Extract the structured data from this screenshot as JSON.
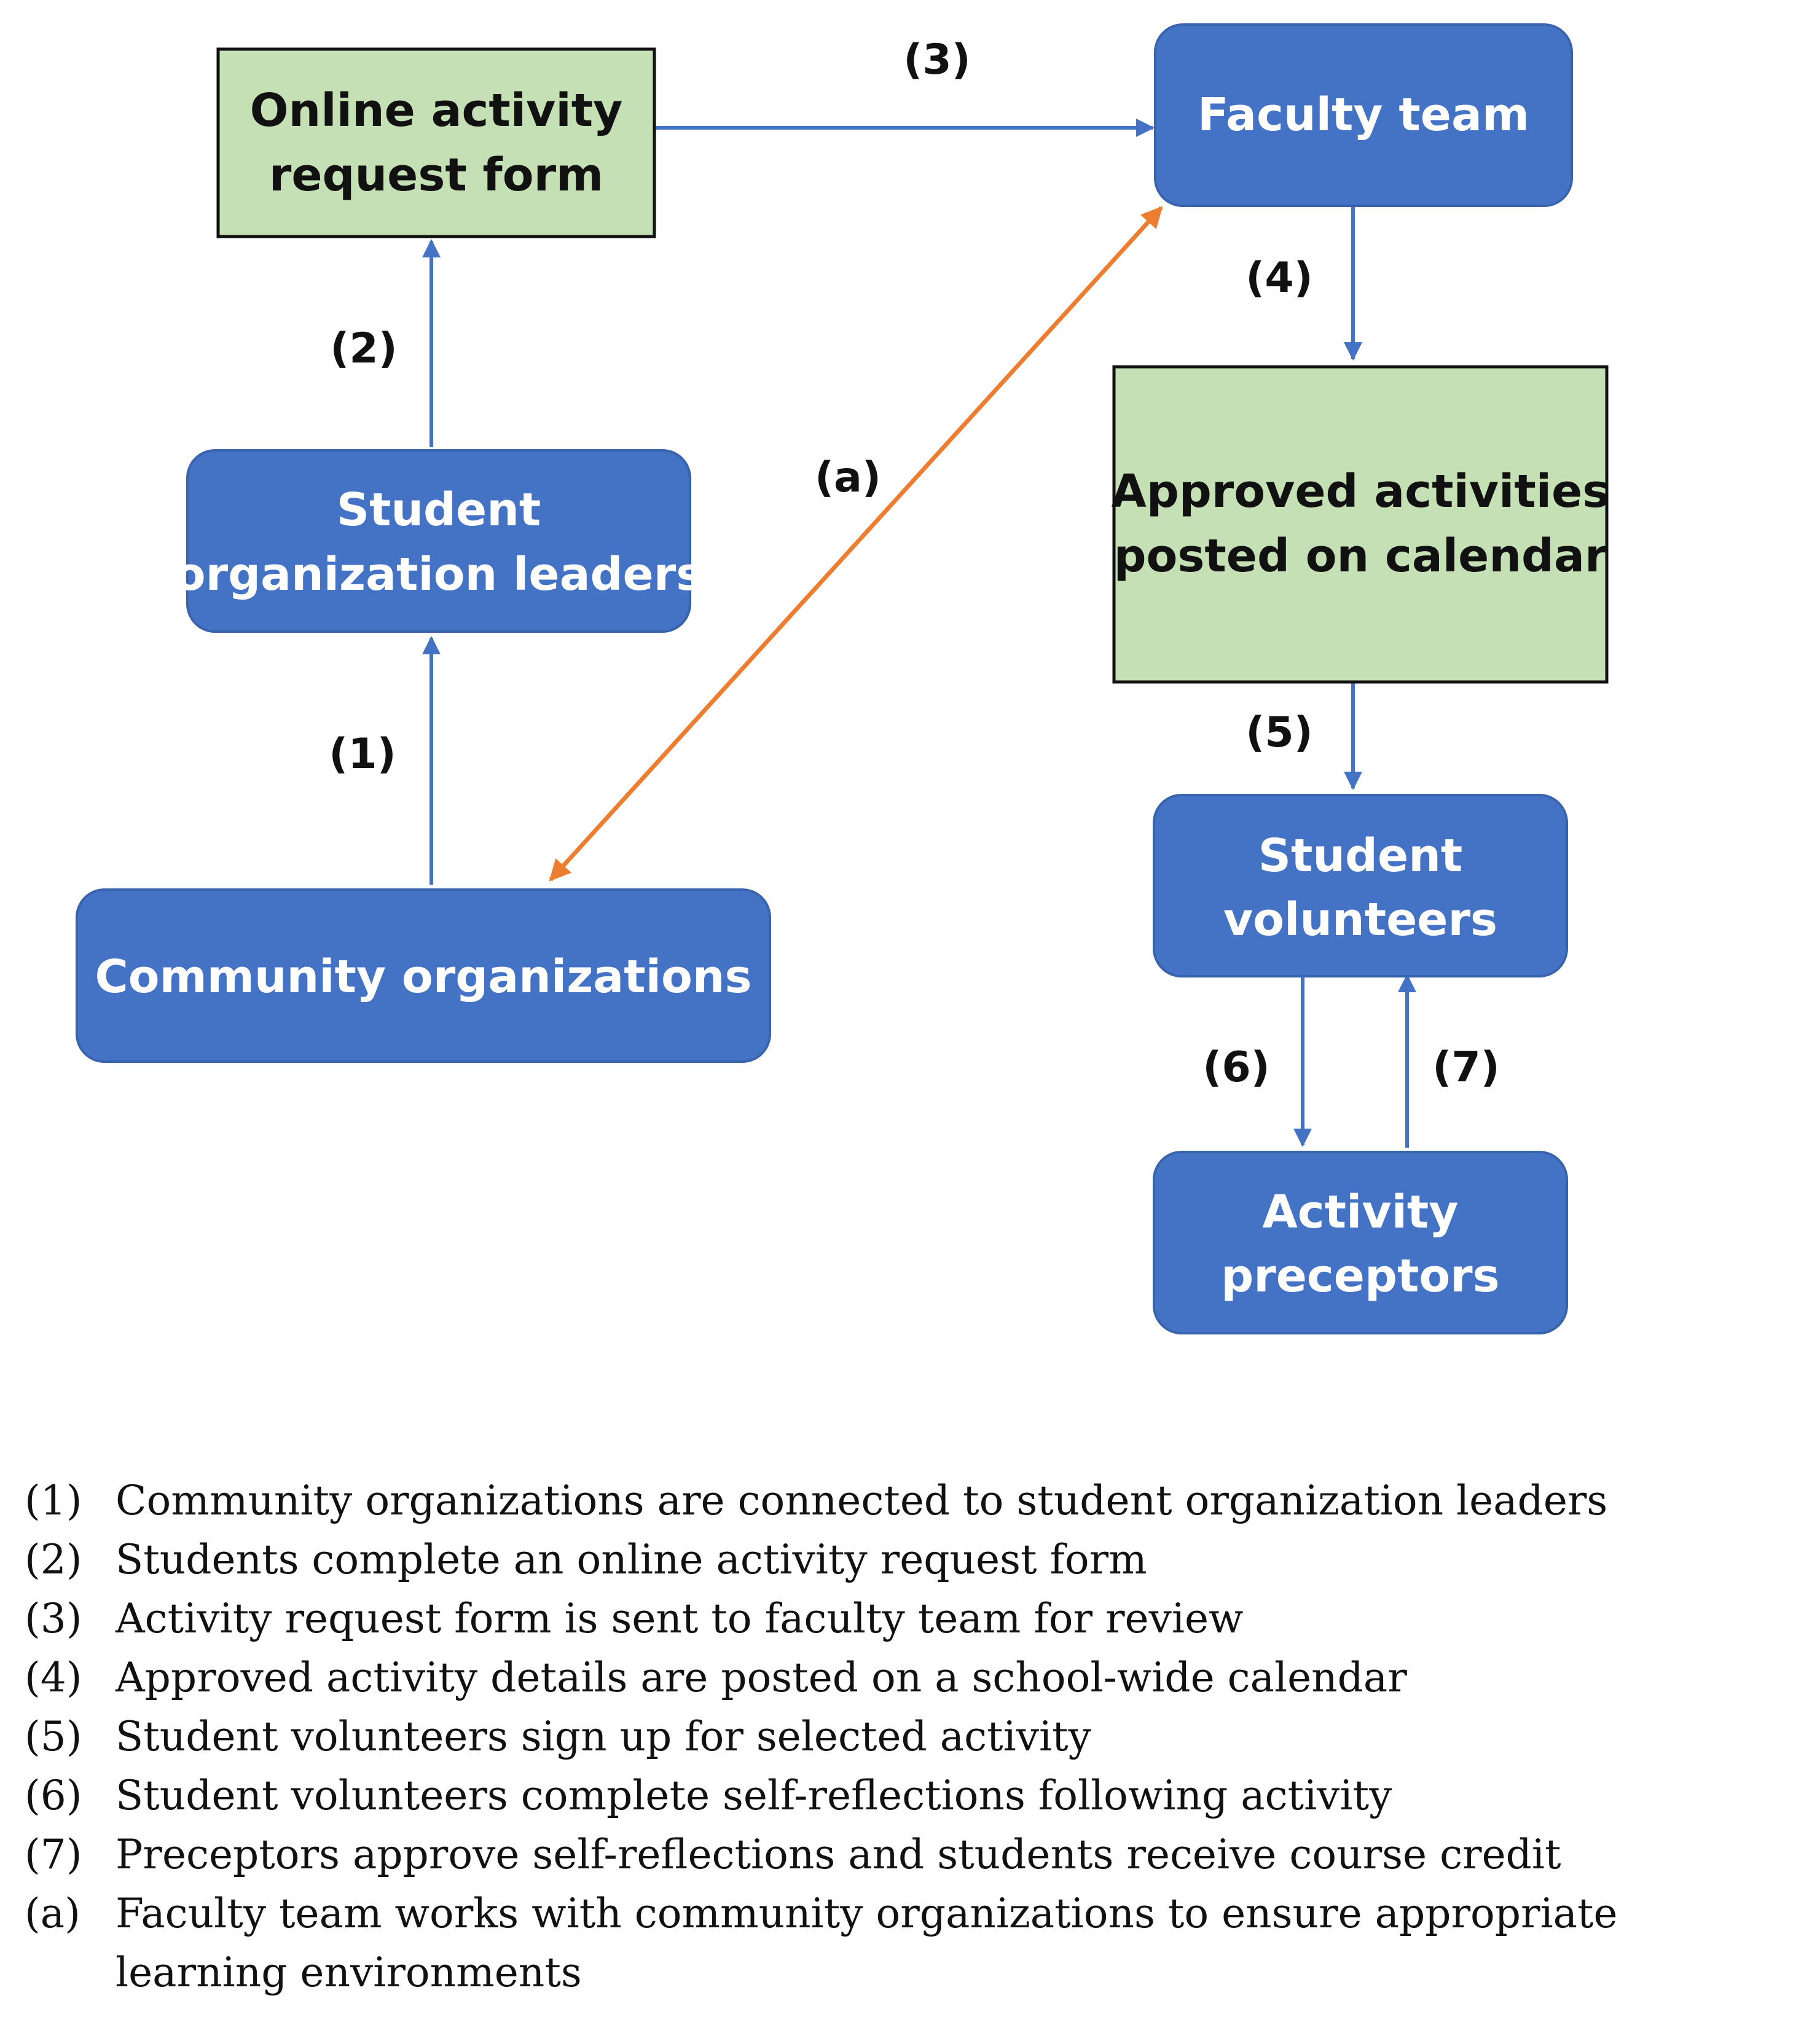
{
  "colors": {
    "blue_box": "#4472C4",
    "blue_border": "#3A63AE",
    "green_box": "#C5E0B4",
    "arrow_blue": "#4472C4",
    "arrow_orange": "#ED7D31",
    "text_dark": "#111111",
    "text_light": "#FFFFFF"
  },
  "nodes": {
    "online_form": [
      "Online activity",
      "request form"
    ],
    "faculty_team": [
      "Faculty team"
    ],
    "student_leaders": [
      "Student",
      "organization leaders"
    ],
    "approved_calendar": [
      "Approved activities",
      "posted on calendar"
    ],
    "community_orgs": [
      "Community organizations"
    ],
    "student_volunteers": [
      "Student",
      "volunteers"
    ],
    "activity_preceptors": [
      "Activity",
      "preceptors"
    ]
  },
  "edges": [
    {
      "from": "community_orgs",
      "to": "student_leaders",
      "label": "(1)",
      "color": "blue"
    },
    {
      "from": "student_leaders",
      "to": "online_form",
      "label": "(2)",
      "color": "blue"
    },
    {
      "from": "online_form",
      "to": "faculty_team",
      "label": "(3)",
      "color": "blue"
    },
    {
      "from": "faculty_team",
      "to": "approved_calendar",
      "label": "(4)",
      "color": "blue"
    },
    {
      "from": "approved_calendar",
      "to": "student_volunteers",
      "label": "(5)",
      "color": "blue"
    },
    {
      "from": "student_volunteers",
      "to": "activity_preceptors",
      "label": "(6)",
      "color": "blue"
    },
    {
      "from": "activity_preceptors",
      "to": "student_volunteers",
      "label": "(7)",
      "color": "blue"
    },
    {
      "from": "faculty_team",
      "to": "community_orgs",
      "label": "(a)",
      "color": "orange",
      "bidirectional": true
    }
  ],
  "legend": [
    {
      "key": "(1)",
      "text": "Community organizations are connected to student organization leaders"
    },
    {
      "key": "(2)",
      "text": "Students complete an online activity request form"
    },
    {
      "key": "(3)",
      "text": "Activity request form is sent to faculty team for review"
    },
    {
      "key": "(4)",
      "text": "Approved activity details are posted on a school-wide calendar"
    },
    {
      "key": "(5)",
      "text": "Student volunteers sign up for selected activity"
    },
    {
      "key": "(6)",
      "text": "Student volunteers complete self-reflections following activity"
    },
    {
      "key": "(7)",
      "text": "Preceptors approve self-reflections and students receive course credit"
    },
    {
      "key": "(a)",
      "text": "Faculty team works with community organizations to ensure appropriate learning environments"
    }
  ]
}
